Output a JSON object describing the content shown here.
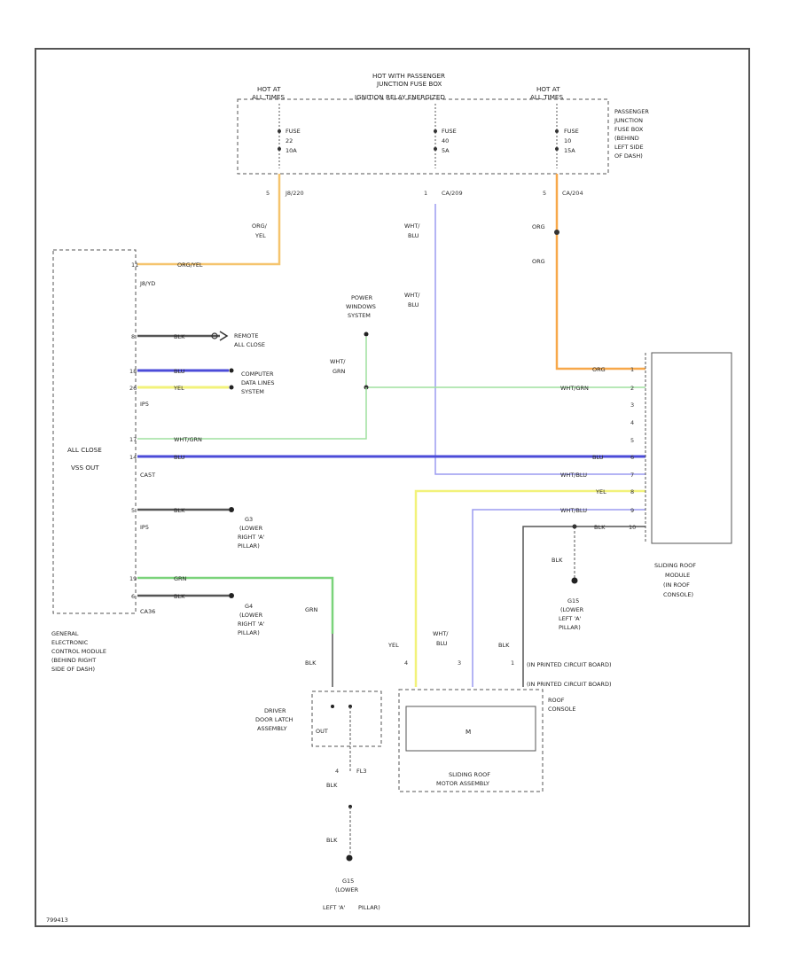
{
  "colors": {
    "org": "#f7a84a",
    "orgyel": "#f5c46e",
    "blu": "#4b4bd8",
    "whtblu": "#9c9cf0",
    "yel": "#f2f27a",
    "whtgrn": "#9fe09f",
    "grn": "#7ad37a",
    "blk": "#333333",
    "frame": "#555555"
  },
  "power": {
    "hot_left": [
      "HOT AT",
      "ALL TIMES"
    ],
    "hot_mid": [
      "HOT WITH PASSENGER",
      "JUNCTION FUSE BOX",
      "IGNITION RELAY ENERGIZED"
    ],
    "hot_right": [
      "HOT AT",
      "ALL TIMES"
    ],
    "fuse_left": [
      "FUSE",
      "22",
      "10A"
    ],
    "fuse_mid": [
      "FUSE",
      "40",
      "5A"
    ],
    "fuse_right": [
      "FUSE",
      "10",
      "15A"
    ],
    "junction_box": [
      "PASSENGER",
      "JUNCTION",
      "FUSE BOX",
      "(BEHIND",
      "LEFT SIDE",
      "OF DASH)"
    ],
    "conn_left": [
      "5",
      "J8/220"
    ],
    "conn_mid": [
      "1",
      "CA/209"
    ],
    "conn_right": [
      "5",
      "CA/204"
    ]
  },
  "gecm": {
    "name": [
      "GENERAL",
      "ELECTRONIC",
      "CONTROL MODULE",
      "(BEHIND RIGHT",
      "SIDE OF DASH)"
    ],
    "allclose": [
      "ALL CLOSE",
      "VSS OUT"
    ],
    "conn_j8": "J8/YD",
    "conn_ip5": "IP5",
    "conn_ca5t": "CA5T",
    "conn_ip5b": "IP5",
    "conn_ca36": "CA36",
    "pins": [
      "11",
      "8",
      "18",
      "26",
      "17",
      "14",
      "5",
      "19",
      "6"
    ],
    "w_orgyel": "ORG/YEL",
    "w_blk": "BLK",
    "w_blu": "BLU",
    "w_yel": "YEL",
    "w_whtgrn": "WHT/GRN",
    "w_grn": "GRN"
  },
  "labels": {
    "remote": [
      "REMOTE",
      "ALL CLOSE"
    ],
    "computer": [
      "COMPUTER",
      "DATA LINES",
      "SYSTEM"
    ],
    "power_windows": [
      "POWER",
      "WINDOWS",
      "SYSTEM"
    ],
    "g3": [
      "G3",
      "(LOWER",
      "RIGHT 'A'",
      "PILLAR)"
    ],
    "g4": [
      "G4",
      "(LOWER",
      "RIGHT 'A'",
      "PILLAR)"
    ],
    "g15": [
      "G15",
      "(LOWER",
      "LEFT 'A'",
      "PILLAR)"
    ],
    "g15b": [
      "G15",
      "(LOWER",
      "LEFT 'A'",
      "PILLAR)"
    ],
    "module": [
      "SLIDING ROOF",
      "MODULE",
      "(IN ROOF",
      "CONSOLE)"
    ],
    "driver_door": [
      "DRIVER",
      "DOOR LATCH",
      "ASSEMBLY"
    ],
    "unlock": "OUT",
    "roof_console": [
      "ROOF",
      "CONSOLE"
    ],
    "motor": "M",
    "sliding_motor": [
      "SLIDING ROOF",
      "MOTOR ASSEMBLY"
    ],
    "pcb1": "(IN PRINTED CIRCUIT BOARD)",
    "pcb2": "(IN PRINTED CIRCUIT BOARD)",
    "fl3": "FL3",
    "fl3pin": "4",
    "footer": "799413"
  },
  "wires": {
    "org": "ORG",
    "orgyel1": "ORG/",
    "orgyel2": "YEL",
    "whtblu1": "WHT/",
    "whtblu2": "BLU",
    "whtgrn1": "WHT/",
    "whtgrn2": "GRN",
    "yel": "YEL",
    "blk": "BLK",
    "grn": "GRN",
    "blu": "BLU"
  },
  "module_pins": [
    "1",
    "2",
    "3",
    "4",
    "5",
    "6",
    "7",
    "8",
    "9",
    "10"
  ],
  "module_wires": [
    "ORG",
    "WHT/GRN",
    "",
    "",
    "",
    "BLU",
    "WHT/BLU",
    "YEL",
    "WHT/BLU",
    "BLK"
  ],
  "roof_pins": [
    "4",
    "3",
    "1"
  ]
}
